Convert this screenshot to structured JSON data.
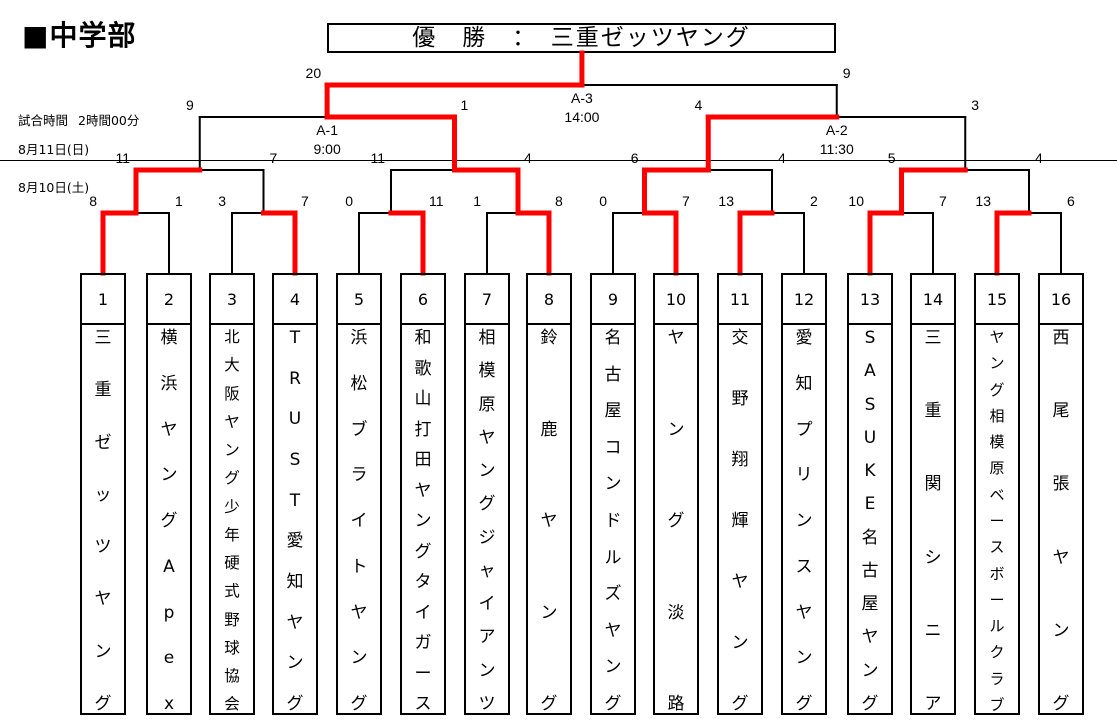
{
  "header": {
    "section_title": "■中学部",
    "champion_banner": "優　勝　：　三重ゼッツヤング"
  },
  "schedule": {
    "match_time_label": "試合時間",
    "match_time_value": "2時間00分",
    "day2": "8月11日(日)",
    "day1": "8月10日(土)"
  },
  "finals": [
    {
      "code": "A-1",
      "time": "9:00"
    },
    {
      "code": "A-2",
      "time": "11:30"
    },
    {
      "code": "A-3",
      "time": "14:00"
    }
  ],
  "teams": [
    {
      "seed": "1",
      "name": "三重ゼッツヤング"
    },
    {
      "seed": "2",
      "name": "横浜ヤングApex"
    },
    {
      "seed": "3",
      "name": "北大阪ヤング少年硬式野球協会"
    },
    {
      "seed": "4",
      "name": "TRUST愛知ヤング"
    },
    {
      "seed": "5",
      "name": "浜松ブライトヤング"
    },
    {
      "seed": "6",
      "name": "和歌山打田ヤングタイガース"
    },
    {
      "seed": "7",
      "name": "相模原ヤングジャイアンツ"
    },
    {
      "seed": "8",
      "name": "鈴鹿ヤング"
    },
    {
      "seed": "9",
      "name": "名古屋コンドルズヤング"
    },
    {
      "seed": "10",
      "name": "ヤング淡路"
    },
    {
      "seed": "11",
      "name": "交野翔輝ヤング"
    },
    {
      "seed": "12",
      "name": "愛知プリンスヤング"
    },
    {
      "seed": "13",
      "name": "SASUKE名古屋ヤング"
    },
    {
      "seed": "14",
      "name": "三重関シニア"
    },
    {
      "seed": "15",
      "name": "ヤング相模原ベースボールクラブ"
    },
    {
      "seed": "16",
      "name": "西尾張ヤング"
    }
  ],
  "scores": {
    "round1": [
      [
        8,
        1
      ],
      [
        3,
        7
      ],
      [
        0,
        11
      ],
      [
        1,
        8
      ],
      [
        0,
        7
      ],
      [
        13,
        2
      ],
      [
        10,
        7
      ],
      [
        13,
        6
      ]
    ],
    "round2": [
      [
        11,
        7
      ],
      [
        11,
        4
      ],
      [
        6,
        4
      ],
      [
        5,
        4
      ]
    ],
    "semifinal": [
      [
        9,
        1
      ],
      [
        4,
        3
      ]
    ],
    "final": [
      20,
      9
    ]
  },
  "winners": {
    "round1": [
      0,
      1,
      1,
      1,
      1,
      0,
      0,
      0
    ],
    "round2": [
      0,
      1,
      0,
      0
    ],
    "semifinal": [
      1,
      0
    ],
    "final": 0
  },
  "colors": {
    "winner_line": "#ff0000",
    "line": "#000000"
  }
}
